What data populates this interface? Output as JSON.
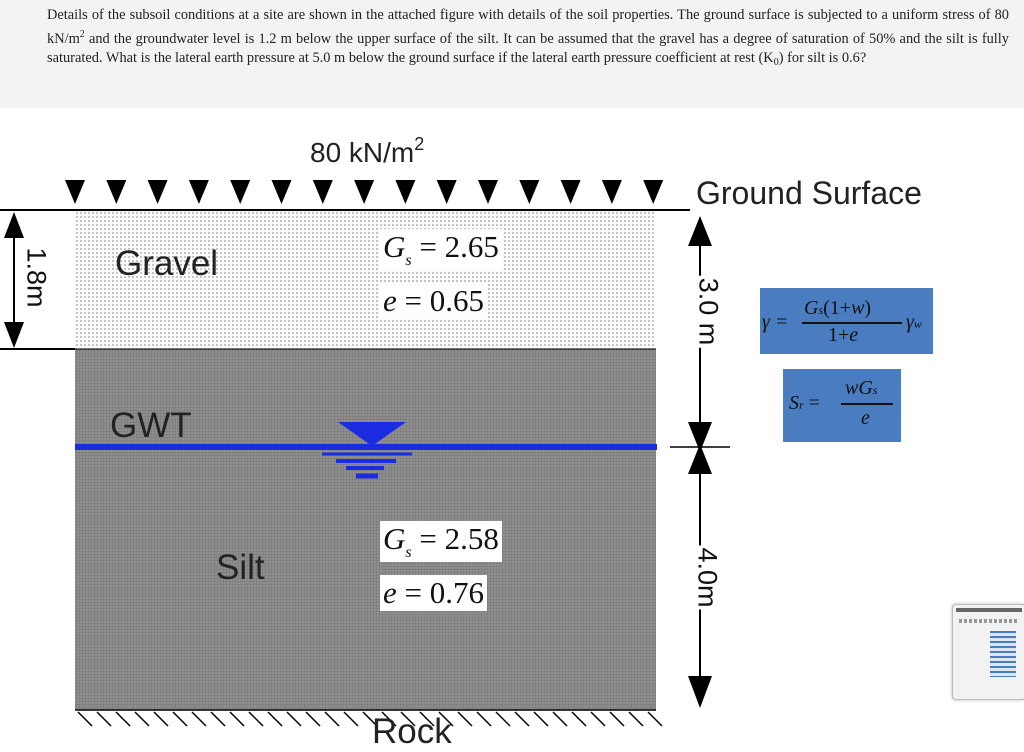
{
  "question": {
    "before_sup": "Details of the subsoil conditions at a site are shown in the attached figure with details of the soil properties. The ground surface is subjected to a uniform stress of 80 kN/m",
    "sup": "2",
    "after_sup": " and the groundwater level is 1.2 m below the upper surface of the silt. It can be assumed that the gravel has a degree of saturation of 50%  and the silt is fully saturated. What is the lateral earth pressure at 5.0 m below the ground surface if the lateral earth pressure coefficient at rest (K",
    "sub": "0",
    "end": ") for silt is 0.6?"
  },
  "figure": {
    "load": "80 kN/m",
    "load_sup": "2",
    "ground_surface": "Ground Surface",
    "gwt": "GWT",
    "rock": "Rock",
    "gravel": {
      "name": "Gravel",
      "gs_symbol": "G",
      "gs_sub": "s",
      "gs_value": "= 2.65",
      "e_symbol": "e",
      "e_value": "= 0.65"
    },
    "silt": {
      "name": "Silt",
      "gs_symbol": "G",
      "gs_sub": "s",
      "gs_value": "= 2.58",
      "e_symbol": "e",
      "e_value": "= 0.76"
    },
    "dimensions": {
      "gravel_thickness": "1.8m",
      "upper_silt": "3.0 m",
      "lower_silt": "4.0m"
    },
    "formulas": {
      "gamma_lhs": "γ =",
      "gamma_num_g": "G",
      "gamma_num_s": "s",
      "gamma_num_rest": "(1+",
      "gamma_num_w": "w",
      "gamma_num_close": ")",
      "gamma_den_1": "1+",
      "gamma_den_e": "e",
      "gamma_rhs": "γ",
      "gamma_rhs_w": "w",
      "sr_lhs": "S",
      "sr_lhs_sub": "r",
      "sr_eq": "=",
      "sr_num_w": "wG",
      "sr_num_s": "s",
      "sr_den": "e"
    }
  },
  "colors": {
    "water_line": "#1a2be0",
    "formula_box": "#4a7cc0"
  }
}
